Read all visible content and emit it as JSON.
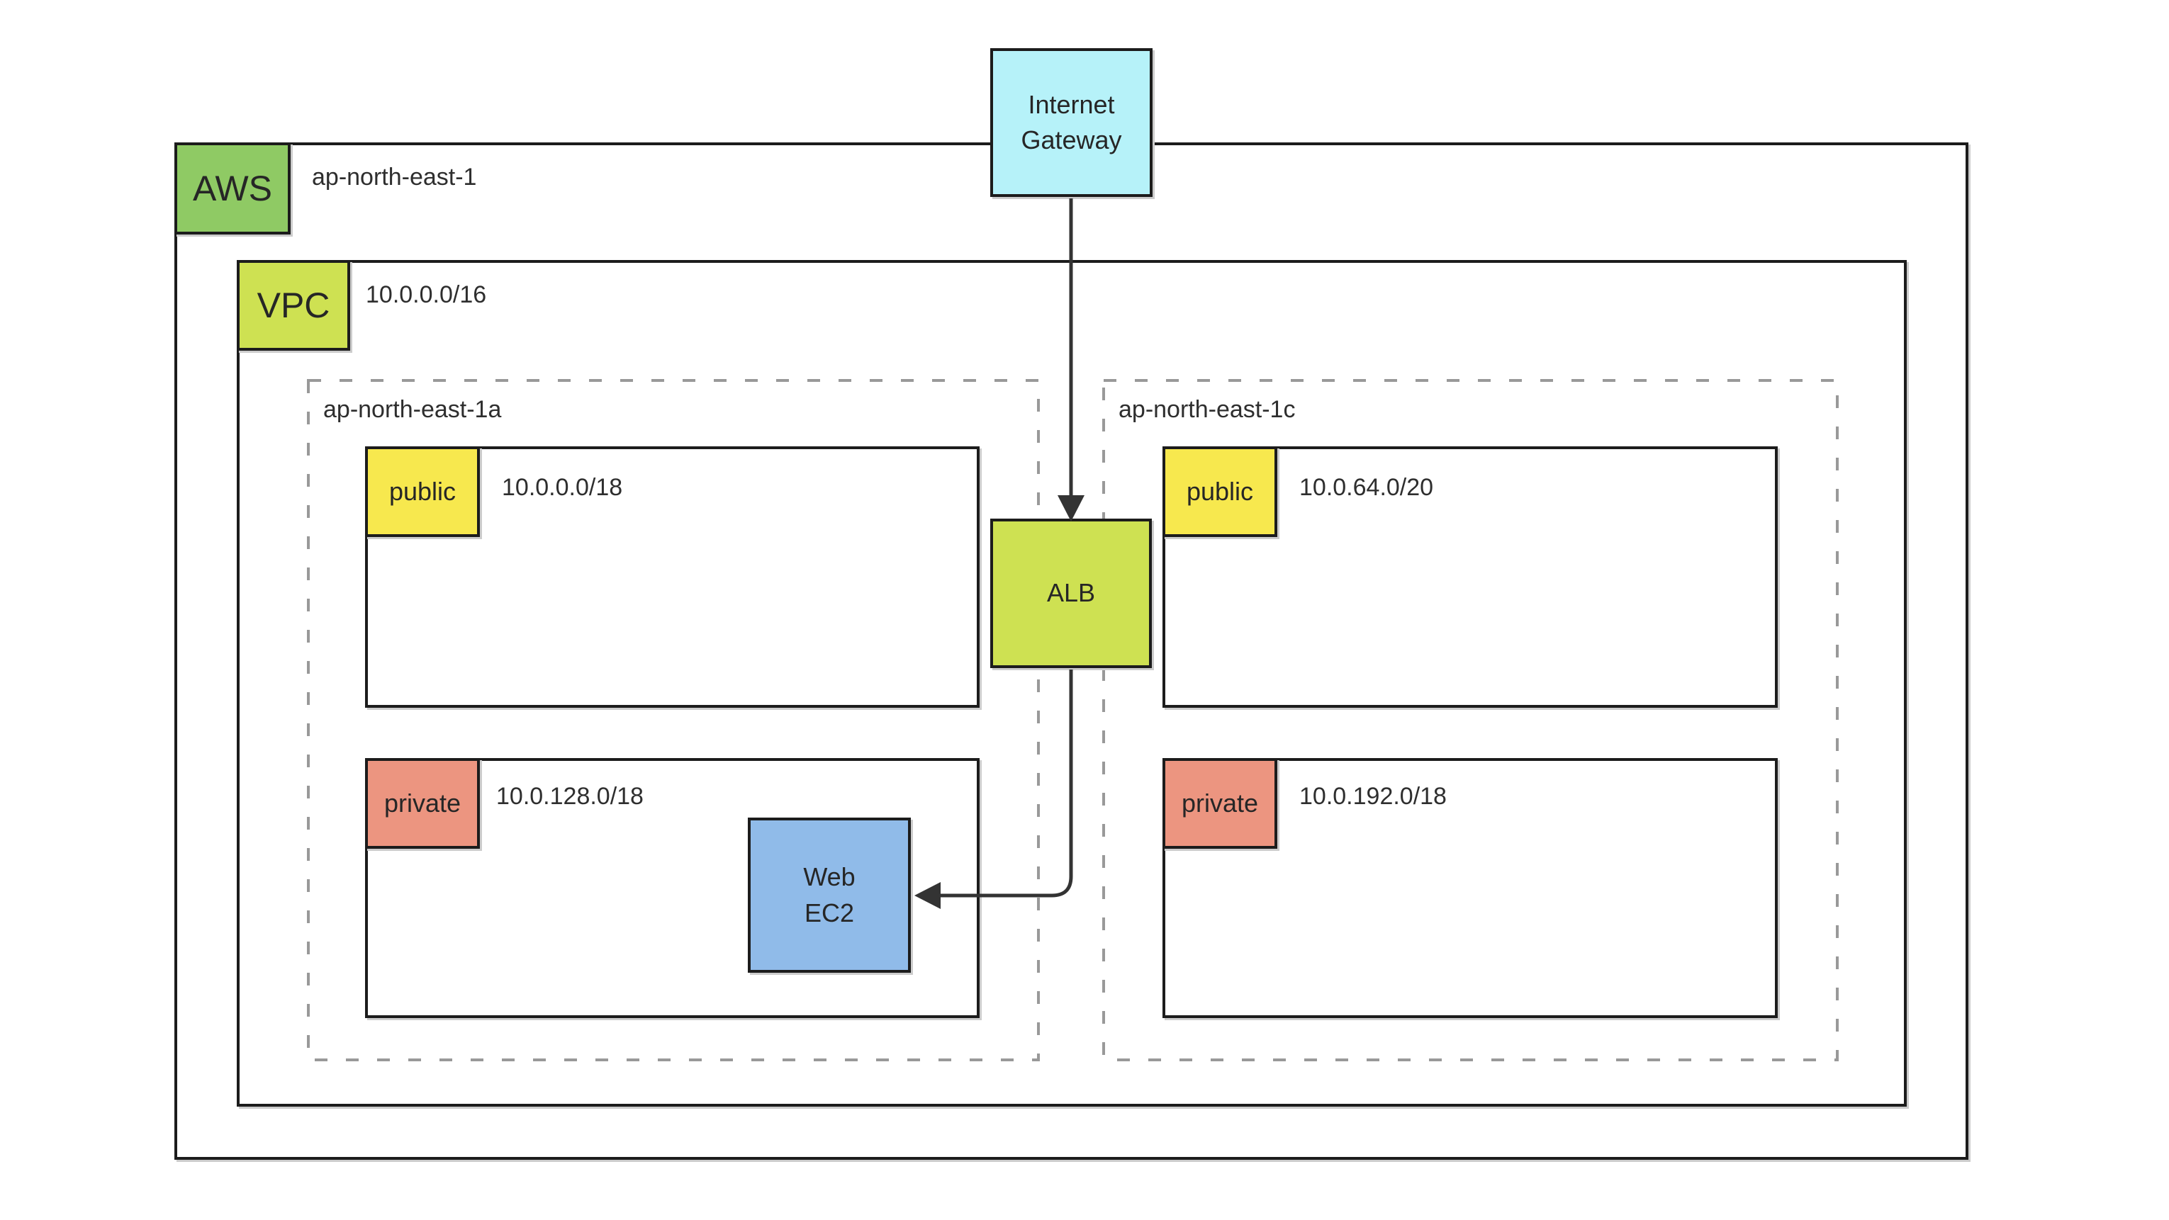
{
  "diagram": {
    "provider_label": "AWS",
    "region_title": "ap-north-east-1",
    "internet_gateway": {
      "label_line1": "Internet",
      "label_line2": "Gateway"
    },
    "vpc_label": "VPC",
    "vpc_cidr": "10.0.0.0/16",
    "alb_label": "ALB",
    "web_ec2": {
      "label_line1": "Web",
      "label_line2": "EC2"
    },
    "availability_zones": [
      {
        "name": "ap-north-east-1a",
        "subnets": [
          {
            "type": "public",
            "cidr": "10.0.0.0/18"
          },
          {
            "type": "private",
            "cidr": "10.0.128.0/18"
          }
        ]
      },
      {
        "name": "ap-north-east-1c",
        "subnets": [
          {
            "type": "public",
            "cidr": "10.0.64.0/20"
          },
          {
            "type": "private",
            "cidr": "10.0.192.0/18"
          }
        ]
      }
    ],
    "colors": {
      "aws_green": "#8FCA64",
      "vpc_green": "#CEE152",
      "subnet_public_yellow": "#F7E84E",
      "subnet_private_salmon": "#EC9580",
      "igw_cyan": "#B6F2F9",
      "ec2_blue": "#90BBE9",
      "border_dark": "#1C1C1C",
      "dashed_gray": "#999999",
      "arrow_dark": "#333333"
    }
  }
}
